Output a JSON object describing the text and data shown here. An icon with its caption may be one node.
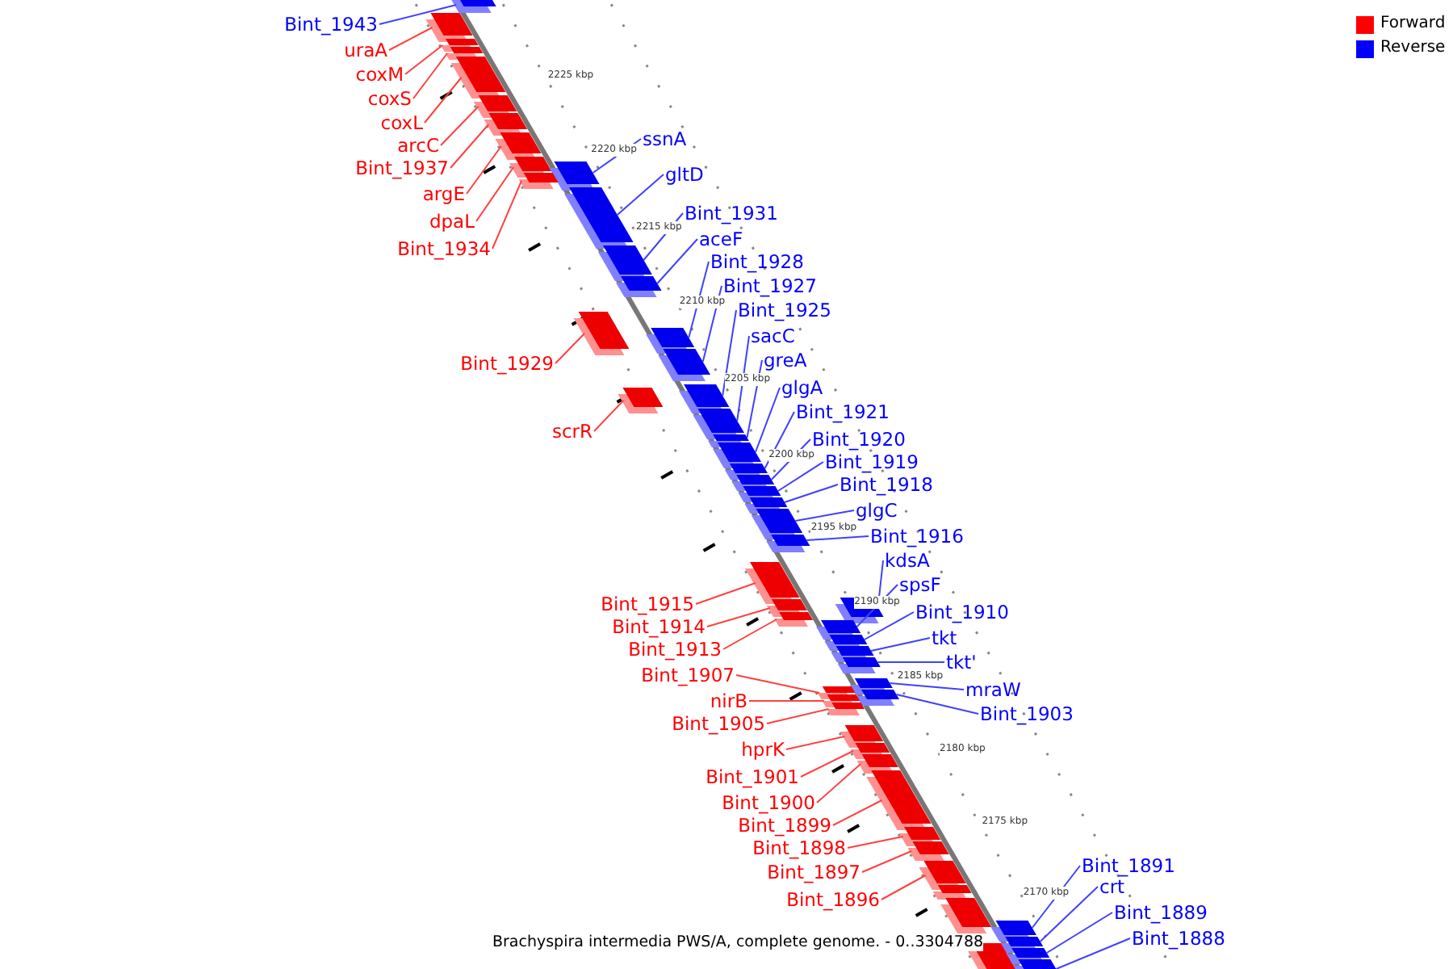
{
  "diagram": {
    "caption": "Brachyspira intermedia PWS/A, complete genome. - 0..3304788",
    "nodes": [
      {
        "text": [
          "Bint_1943"
        ]
      },
      {
        "text": [
          "uraA"
        ]
      },
      {
        "text": [
          "coxM"
        ]
      },
      {
        "text": [
          "coxS"
        ]
      },
      {
        "text": [
          "coxL"
        ]
      },
      {
        "text": [
          "ssnA"
        ]
      },
      {
        "text": [
          "arcC"
        ]
      },
      {
        "text": [
          "Bint_1937"
        ]
      },
      {
        "text": [
          "gltD"
        ]
      },
      {
        "text": [
          "argE"
        ]
      },
      {
        "text": [
          "Bint_1931"
        ]
      },
      {
        "text": [
          "dpaL"
        ]
      },
      {
        "text": [
          "aceF"
        ]
      },
      {
        "text": [
          "Bint_1934"
        ]
      },
      {
        "text": [
          "Bint_1928"
        ]
      },
      {
        "text": [
          "Bint_1927"
        ]
      },
      {
        "text": [
          "Bint_1925"
        ]
      },
      {
        "text": [
          "sacC"
        ]
      },
      {
        "text": [
          "greA"
        ]
      },
      {
        "text": [
          "Bint_1929"
        ]
      },
      {
        "text": [
          "glgA"
        ]
      },
      {
        "text": [
          "Bint_1921"
        ]
      },
      {
        "text": [
          "scrR"
        ]
      },
      {
        "text": [
          "Bint_1920"
        ]
      },
      {
        "text": [
          "Bint_1919"
        ]
      },
      {
        "text": [
          "Bint_1918"
        ]
      },
      {
        "text": [
          "glgC"
        ]
      },
      {
        "text": [
          "Bint_1916"
        ]
      },
      {
        "text": [
          "kdsA"
        ]
      },
      {
        "text": [
          "spsF"
        ]
      },
      {
        "text": [
          "Bint_1915"
        ]
      },
      {
        "text": [
          "Bint_1910"
        ]
      },
      {
        "text": [
          "Bint_1914"
        ]
      },
      {
        "text": [
          "tkt"
        ]
      },
      {
        "text": [
          "Bint_1913"
        ]
      },
      {
        "text": [
          "tkt'"
        ]
      },
      {
        "text": [
          "Bint_1907"
        ]
      },
      {
        "text": [
          "mraW"
        ]
      },
      {
        "text": [
          "nirB"
        ]
      },
      {
        "text": [
          "Bint_1903"
        ]
      },
      {
        "text": [
          "Bint_1905"
        ]
      },
      {
        "text": [
          "hprK"
        ]
      },
      {
        "text": [
          "Bint_1901"
        ]
      },
      {
        "text": [
          "Bint_1900"
        ]
      },
      {
        "text": [
          "Bint_1899"
        ]
      },
      {
        "text": [
          "Bint_1898"
        ]
      },
      {
        "text": [
          "Bint_1897"
        ]
      },
      {
        "text": [
          "Bint_1891"
        ]
      },
      {
        "text": [
          "crt"
        ]
      },
      {
        "text": [
          "Bint_1896"
        ]
      },
      {
        "text": [
          "Bint_1889"
        ]
      },
      {
        "text": [
          "Bint_1888"
        ]
      },
      {
        "text": [],
        "shape": "bar"
      },
      {
        "text": [],
        "shape": "bar"
      },
      {
        "text": [],
        "shape": "bar"
      },
      {
        "text": [],
        "shape": "bar"
      },
      {
        "text": [],
        "shape": "bar"
      },
      {
        "text": [],
        "shape": "bar"
      },
      {
        "text": [],
        "shape": "bar"
      },
      {
        "text": [],
        "shape": "bar"
      },
      {
        "text": [],
        "shape": "bar"
      },
      {
        "text": [],
        "shape": "bar"
      },
      {
        "text": [],
        "shape": "bar"
      },
      {
        "text": [],
        "shape": "bar"
      },
      {
        "text": [],
        "shape": "bar"
      },
      {
        "text": [],
        "shape": "bar"
      },
      {
        "text": [],
        "shape": "bar"
      },
      {
        "text": [],
        "shape": "bar"
      },
      {
        "text": [],
        "shape": "bar"
      },
      {
        "text": [],
        "shape": "bar"
      },
      {
        "text": [],
        "shape": "bar"
      },
      {
        "text": [],
        "shape": "bar"
      },
      {
        "text": [],
        "shape": "bar"
      },
      {
        "text": [],
        "shape": "bar"
      },
      {
        "text": [],
        "shape": "bar"
      },
      {
        "text": [],
        "shape": "bar"
      },
      {
        "text": [],
        "shape": "bar"
      },
      {
        "text": [],
        "shape": "bar"
      },
      {
        "text": [],
        "shape": "bar"
      },
      {
        "text": [],
        "shape": "bar"
      },
      {
        "text": [],
        "shape": "bar"
      },
      {
        "text": [],
        "shape": "bar"
      },
      {
        "text": [],
        "shape": "bar"
      },
      {
        "text": [],
        "shape": "bar"
      },
      {
        "text": [],
        "shape": "bar"
      },
      {
        "text": [],
        "shape": "bar"
      },
      {
        "text": [],
        "shape": "bar"
      },
      {
        "text": [],
        "shape": "bar"
      },
      {
        "text": [],
        "shape": "bar"
      },
      {
        "text": [],
        "shape": "bar"
      },
      {
        "text": [],
        "shape": "bar"
      },
      {
        "text": [],
        "shape": "bar"
      },
      {
        "text": [],
        "shape": "bar"
      },
      {
        "text": [],
        "shape": "bar"
      },
      {
        "text": [],
        "shape": "bar"
      },
      {
        "text": [],
        "shape": "bar"
      },
      {
        "text": [],
        "shape": "bar"
      },
      {
        "text": [],
        "shape": "bar"
      },
      {
        "text": [],
        "shape": "bar"
      },
      {
        "text": [],
        "shape": "bar"
      },
      {
        "text": [],
        "shape": "bar"
      },
      {
        "text": [],
        "shape": "bar"
      },
      {
        "text": [],
        "shape": "bar"
      },
      {
        "text": [],
        "shape": "bar"
      },
      {
        "text": [],
        "shape": "bar"
      },
      {
        "text": [],
        "shape": "bar"
      },
      {
        "text": [],
        "shape": "bar"
      }
    ],
    "edges": [
      {
        "from": 0,
        "to": 52,
        "arrow": "none"
      },
      {
        "from": 1,
        "to": 53,
        "arrow": "none",
        "color": "#ff4040"
      },
      {
        "from": 2,
        "to": 54,
        "arrow": "none",
        "color": "#ff4040"
      },
      {
        "from": 3,
        "to": 55,
        "arrow": "none",
        "color": "#ff4040"
      },
      {
        "from": 4,
        "to": 56,
        "arrow": "none",
        "color": "#ff4040"
      },
      {
        "from": 5,
        "to": 61,
        "arrow": "none"
      },
      {
        "from": 6,
        "to": 57,
        "arrow": "none",
        "color": "#ff4040"
      },
      {
        "from": 7,
        "to": 58,
        "arrow": "none",
        "color": "#ff4040"
      },
      {
        "from": 8,
        "to": 63,
        "arrow": "none"
      },
      {
        "from": 9,
        "to": 59,
        "arrow": "none",
        "color": "#ff4040"
      },
      {
        "from": 10,
        "to": 64,
        "arrow": "none"
      },
      {
        "from": 11,
        "to": 60,
        "arrow": "none",
        "color": "#ff4040"
      },
      {
        "from": 12,
        "to": 65,
        "arrow": "none"
      },
      {
        "from": 13,
        "to": 62,
        "arrow": "none",
        "color": "#ff4040"
      },
      {
        "from": 14,
        "to": 67,
        "arrow": "none"
      },
      {
        "from": 15,
        "to": 68,
        "arrow": "none"
      },
      {
        "from": 16,
        "to": 69,
        "arrow": "none"
      },
      {
        "from": 17,
        "to": 71,
        "arrow": "none"
      },
      {
        "from": 18,
        "to": 72,
        "arrow": "none"
      },
      {
        "from": 19,
        "to": 66,
        "arrow": "none",
        "color": "#ff4040"
      },
      {
        "from": 20,
        "to": 73,
        "arrow": "none"
      },
      {
        "from": 21,
        "to": 74,
        "arrow": "none"
      },
      {
        "from": 22,
        "to": 70,
        "arrow": "none",
        "color": "#ff4040"
      },
      {
        "from": 23,
        "to": 75,
        "arrow": "none"
      },
      {
        "from": 24,
        "to": 76,
        "arrow": "none"
      },
      {
        "from": 25,
        "to": 77,
        "arrow": "none"
      },
      {
        "from": 26,
        "to": 78,
        "arrow": "none"
      },
      {
        "from": 27,
        "to": 79,
        "arrow": "none"
      },
      {
        "from": 28,
        "to": 81,
        "arrow": "none"
      },
      {
        "from": 29,
        "to": 84,
        "arrow": "none"
      },
      {
        "from": 30,
        "to": 80,
        "arrow": "none",
        "color": "#ff4040"
      },
      {
        "from": 31,
        "to": 85,
        "arrow": "none"
      },
      {
        "from": 32,
        "to": 82,
        "arrow": "none",
        "color": "#ff4040"
      },
      {
        "from": 33,
        "to": 86,
        "arrow": "none"
      },
      {
        "from": 34,
        "to": 83,
        "arrow": "none",
        "color": "#ff4040"
      },
      {
        "from": 35,
        "to": 87,
        "arrow": "none"
      },
      {
        "from": 36,
        "to": 89,
        "arrow": "none",
        "color": "#ff4040"
      },
      {
        "from": 37,
        "to": 88,
        "arrow": "none"
      },
      {
        "from": 38,
        "to": 91,
        "arrow": "none",
        "color": "#ff4040"
      },
      {
        "from": 39,
        "to": 90,
        "arrow": "none"
      },
      {
        "from": 40,
        "to": 92,
        "arrow": "none",
        "color": "#ff4040"
      },
      {
        "from": 41,
        "to": 93,
        "arrow": "none",
        "color": "#ff4040"
      },
      {
        "from": 42,
        "to": 94,
        "arrow": "none",
        "color": "#ff4040"
      },
      {
        "from": 43,
        "to": 95,
        "arrow": "none",
        "color": "#ff4040"
      },
      {
        "from": 44,
        "to": 96,
        "arrow": "none",
        "color": "#ff4040"
      },
      {
        "from": 45,
        "to": 97,
        "arrow": "none",
        "color": "#ff4040"
      },
      {
        "from": 46,
        "to": 98,
        "arrow": "none",
        "color": "#ff4040"
      },
      {
        "from": 47,
        "to": 102,
        "arrow": "none"
      },
      {
        "from": 48,
        "to": 103,
        "arrow": "none"
      },
      {
        "from": 49,
        "to": 99,
        "arrow": "none",
        "color": "#ff4040"
      },
      {
        "from": 50,
        "to": 105,
        "arrow": "none"
      },
      {
        "from": 51,
        "to": 106,
        "arrow": "none"
      }
    ],
    "labels": [
      "2225 kbp",
      "2220 kbp",
      "2215 kbp",
      "2210 kbp",
      "2205 kbp",
      "2200 kbp",
      "2195 kbp",
      "2190 kbp",
      "2185 kbp",
      "2180 kbp",
      "2175 kbp",
      "2170 kbp"
    ],
    "legend": [
      {
        "text": "Forward",
        "color": "#ff0000"
      },
      {
        "text": "Reverse",
        "color": "#0000ff"
      }
    ]
  }
}
